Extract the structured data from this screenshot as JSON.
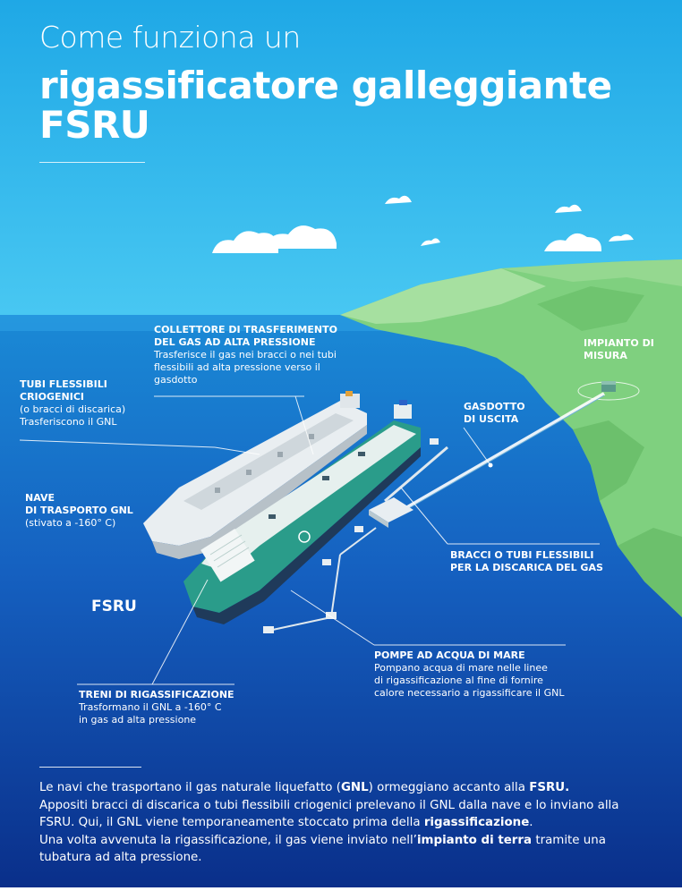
{
  "title": {
    "line1": "Come funziona un",
    "line2": "rigassificatore galleggiante",
    "line3": "FSRU"
  },
  "labels": {
    "collettore": {
      "heading1": "COLLETTORE DI TRASFERIMENTO",
      "heading2": "DEL GAS AD ALTA PRESSIONE",
      "text1": "Trasferisce il gas nei bracci o nei tubi",
      "text2": "flessibili ad alta pressione verso il",
      "text3": "gasdotto"
    },
    "tubi": {
      "heading1": "TUBI FLESSIBILI",
      "heading2": "CRIOGENICI",
      "text1": "(o bracci di discarica)",
      "text2": "Trasferiscono il GNL"
    },
    "nave": {
      "heading1": "NAVE",
      "heading2": "DI TRASPORTO GNL",
      "text1": "(stivato a -160° C)"
    },
    "impianto": {
      "heading1": "IMPIANTO DI",
      "heading2": "MISURA"
    },
    "gasdotto": {
      "heading1": "GASDOTTO",
      "heading2": "DI USCITA"
    },
    "bracci": {
      "heading1": "BRACCI O TUBI FLESSIBILI",
      "heading2": "PER LA DISCARICA DEL GAS"
    },
    "fsru": "FSRU",
    "pompe": {
      "heading1": "POMPE AD ACQUA DI MARE",
      "text1": "Pompano acqua di mare nelle linee",
      "text2": "di rigassificazione al fine di fornire",
      "text3": "calore necessario a rigassificare il GNL"
    },
    "treni": {
      "heading1": "TRENI DI RIGASSIFICAZIONE",
      "text1": "Trasformano il GNL a -160° C",
      "text2": "in gas ad alta pressione"
    }
  },
  "bottom": {
    "p1a": "Le navi che trasportano il gas naturale liquefatto (",
    "p1b": "GNL",
    "p1c": ") ormeggiano accanto alla ",
    "p1d": "FSRU.",
    "p2": "Appositi bracci di discarica o tubi flessibili criogenici prelevano il GNL dalla nave e lo inviano alla",
    "p3a": "FSRU. Qui, il GNL viene temporaneamente stoccato prima della ",
    "p3b": "rigassificazione",
    "p3c": ".",
    "p4a": "Una volta avvenuta la rigassificazione, il gas viene inviato nell’",
    "p4b": "impianto di terra",
    "p4c": " tramite una",
    "p5": "tubatura ad alta pressione."
  },
  "colors": {
    "sky": "#2fb8ea",
    "sea_top": "#1a8ad6",
    "sea_bottom": "#0a2f8a",
    "land": "#7fd07f",
    "fsru_hull": "#2a9c8a",
    "carrier_hull": "#e8ecef"
  }
}
